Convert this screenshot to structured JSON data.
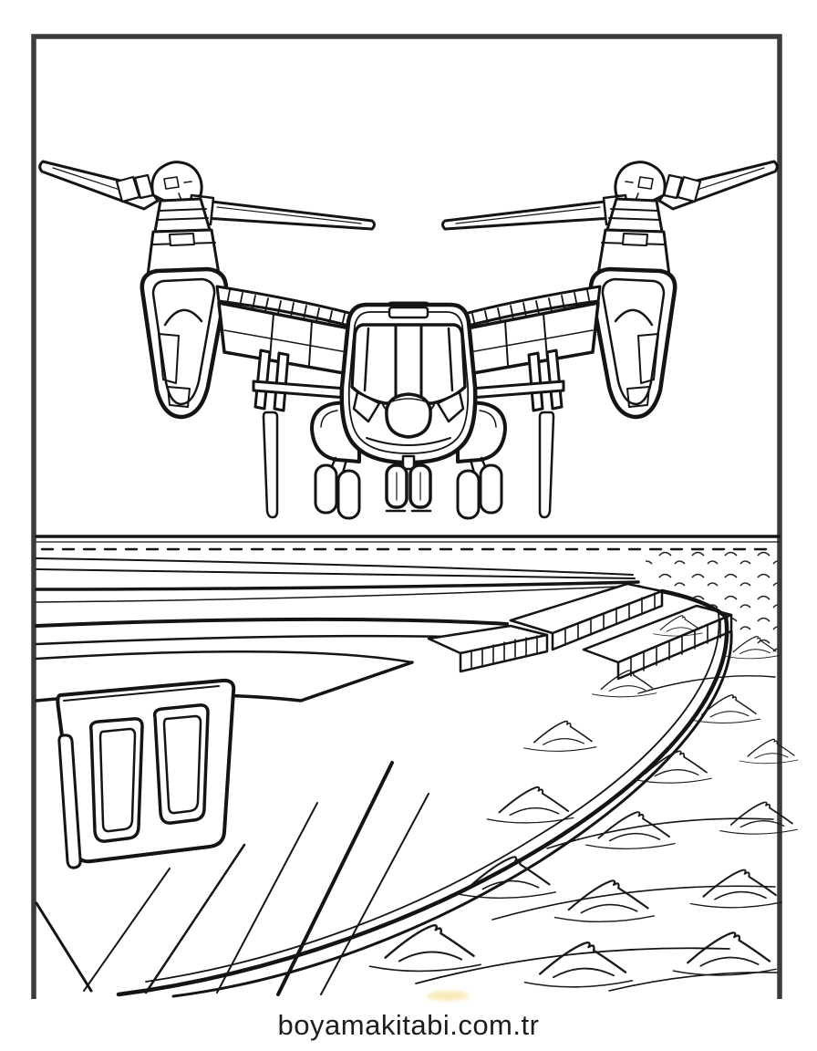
{
  "page": {
    "background_color": "#ffffff",
    "line_color": "#141414",
    "frame_color": "#3b3b3b",
    "caption": "boyamakitabi.com.tr",
    "caption_color": "#1d1d1d",
    "watermark_smudge_color": "#f0c84a"
  },
  "scene": {
    "upper_subject": "tiltrotor-aircraft-front-view",
    "lower_subject": "aircraft-carrier-deck-and-ocean-waves"
  }
}
